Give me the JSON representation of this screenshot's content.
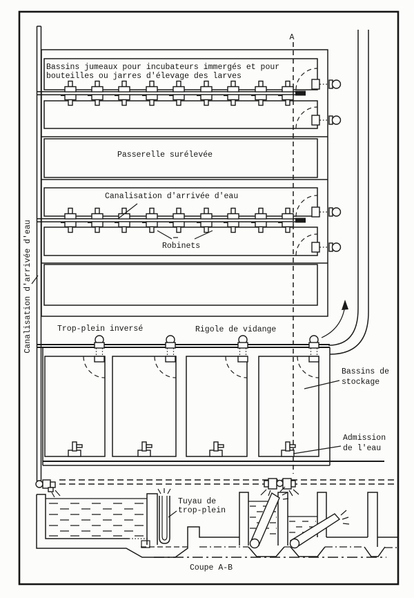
{
  "figure": {
    "type": "technical-plan-and-section",
    "language": "French",
    "caption": "Coupe A-B",
    "section_marker": "A"
  },
  "labels": {
    "twin_basins_line1": "Bassins jumeaux pour incubateurs immergés et pour",
    "twin_basins_line2": "bouteilles ou jarres d'élevage des larves",
    "walkway": "Passerelle surélevée",
    "supply_pipe_horizontal": "Canalisation d'arrivée d'eau",
    "supply_pipe_vertical": "Canalisation d'arrivée d'eau",
    "taps": "Robinets",
    "inverted_overflow": "Trop-plein inversé",
    "drain_channel": "Rigole de vidange",
    "storage_basins_line1": "Bassins de",
    "storage_basins_line2": "stockage",
    "water_inlet_line1": "Admission",
    "water_inlet_line2": "de l'eau",
    "overflow_pipe_line1": "Tuyau de",
    "overflow_pipe_line2": "trop-plein",
    "section_line_label": "A",
    "cross_section_caption": "Coupe A-B"
  },
  "counts": {
    "tap_pairs_per_pipe": 9,
    "storage_basins": 4,
    "twin_basin_units": 2
  },
  "colors": {
    "ink": "#1b1b1b",
    "paper": "#fcfcfa"
  }
}
